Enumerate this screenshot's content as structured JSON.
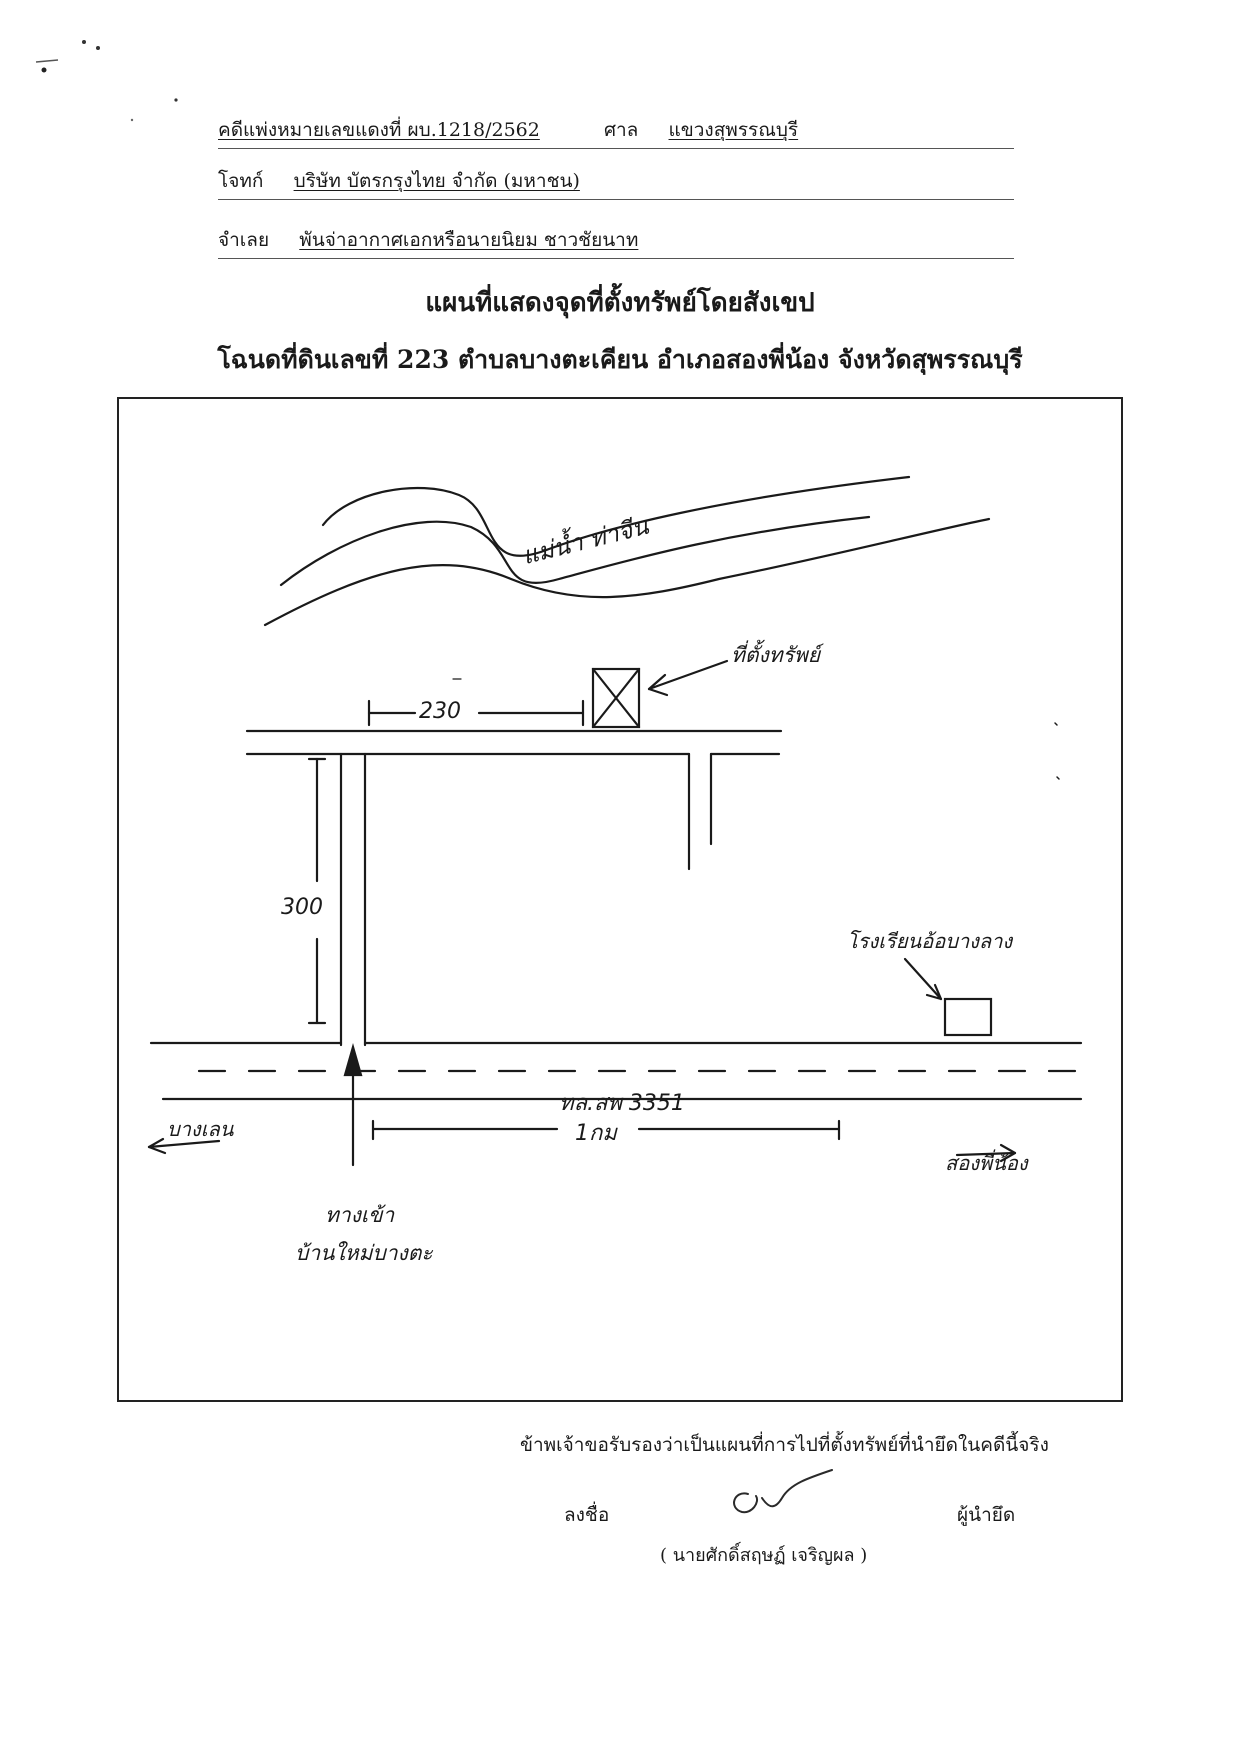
{
  "header": {
    "case_label": "คดีแพ่งหมายเลขแดงที่ ผบ.1218/2562",
    "court_label": "ศาล",
    "court_value": "แขวงสุพรรณบุรี",
    "plaintiff_label": "โจทก์",
    "plaintiff_value": "บริษัท บัตรกรุงไทย จำกัด (มหาชน)",
    "defendant_label": "จำเลย",
    "defendant_value": "พันจ่าอากาศเอกหรือนายนิยม  ชาวชัยนาท"
  },
  "title": {
    "main": "แผนที่แสดงจุดที่ตั้งทรัพย์โดยสังเขป",
    "sub": "โฉนดที่ดินเลขที่ 223 ตำบลบางตะเคียน อำเภอสองพี่น้อง จังหวัดสุพรรณบุรี"
  },
  "map": {
    "river_label": "แม่น้ำ ท่าจีน",
    "property_label": "ที่ตั้งทรัพย์",
    "distance_top": "230",
    "distance_side": "300",
    "distance_road": "1กม",
    "road_label": "ทล.สพ 3351",
    "plant_label": "โรงเรียนอ้อบางลาง",
    "left_direction": "บางเลน",
    "right_direction": "สองพี่น้อง",
    "junction_label_1": "ทางเข้า",
    "junction_label_2": "บ้านใหม่บางตะ"
  },
  "footer": {
    "certify_text": "ข้าพเจ้าขอรับรองว่าเป็นแผนที่การไปที่ตั้งทรัพย์ที่นำยึดในคดีนี้จริง",
    "sign_label": "ลงชื่อ",
    "seizer_label": "ผู้นำยึด",
    "signer_name": "( นายศักดิ์สฤษฏ์ เจริญผล )"
  }
}
